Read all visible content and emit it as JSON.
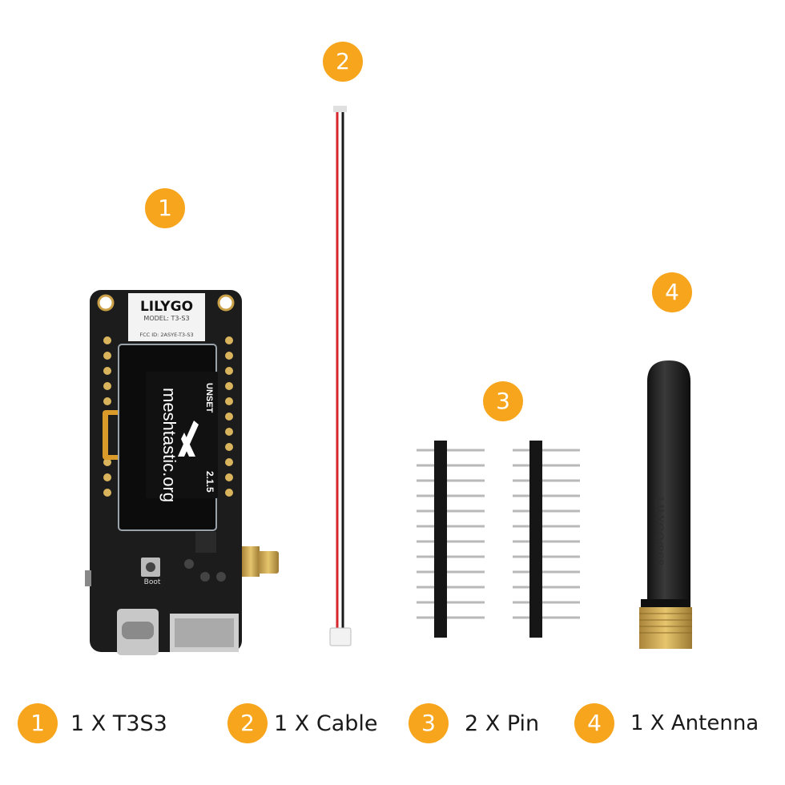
{
  "board": {
    "brand": "LILYGO",
    "model": "MODEL: T3-S3",
    "fcc_id": "FCC ID: 2ASYE-T3-S3",
    "screen_top": "UNSET",
    "screen_main": "meshtastic.org",
    "screen_version": "2.1.5",
    "button_label": "Boot"
  },
  "antenna_text": "LILYGO/868",
  "callouts": [
    {
      "number": "1",
      "icon": "number-badge-icon"
    },
    {
      "number": "2",
      "icon": "number-badge-icon"
    },
    {
      "number": "3",
      "icon": "number-badge-icon"
    },
    {
      "number": "4",
      "icon": "number-badge-icon"
    }
  ],
  "legend": [
    {
      "number": "1",
      "label": "1 X T3S3"
    },
    {
      "number": "2",
      "label": "1 X Cable"
    },
    {
      "number": "3",
      "label": "2 X Pin"
    },
    {
      "number": "4",
      "label": "1 X Antenna"
    }
  ],
  "colors": {
    "badge": "#f7a51c",
    "pcb": "#1c1c1c",
    "wire_red": "#d6262c",
    "gold": "#c9a047"
  }
}
